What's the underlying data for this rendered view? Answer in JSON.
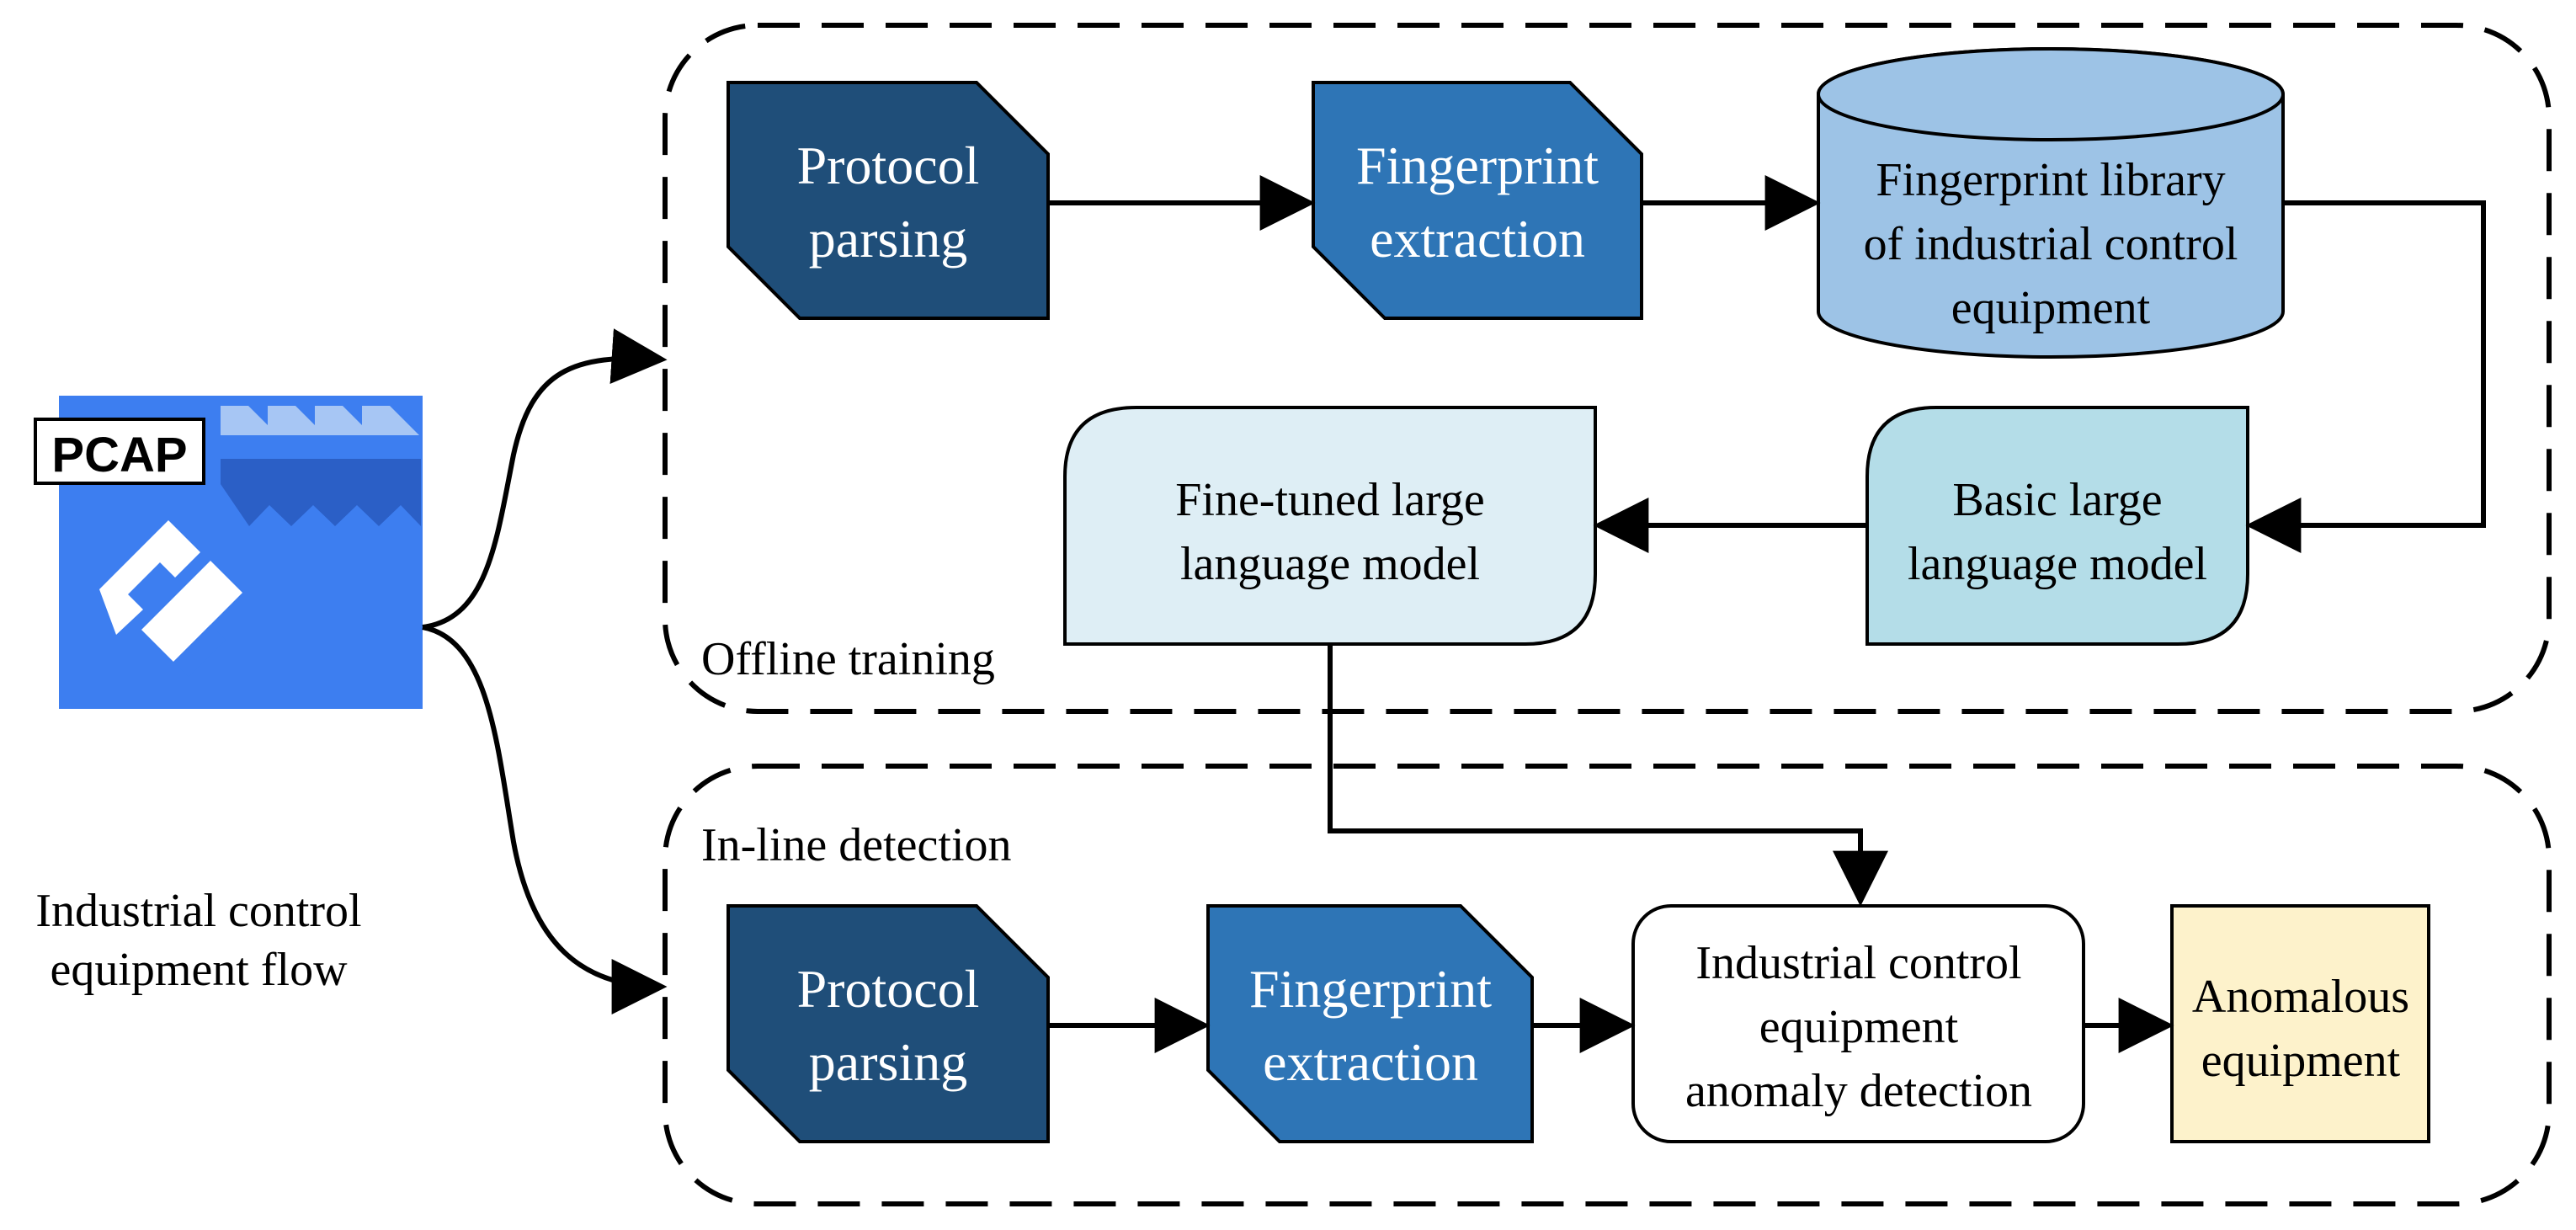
{
  "input": {
    "file_badge": "PCAP",
    "caption_line1": "Industrial control",
    "caption_line2": "equipment flow"
  },
  "offline": {
    "section_label": "Offline training",
    "protocol_parsing": [
      "Protocol",
      "parsing"
    ],
    "fingerprint_extraction": [
      "Fingerprint",
      "extraction"
    ],
    "fingerprint_library": [
      "Fingerprint library",
      "of industrial control",
      "equipment"
    ],
    "basic_llm": [
      "Basic large",
      "language model"
    ],
    "finetuned_llm": [
      "Fine-tuned large",
      "language model"
    ]
  },
  "inline": {
    "section_label": "In-line detection",
    "protocol_parsing": [
      "Protocol",
      "parsing"
    ],
    "fingerprint_extraction": [
      "Fingerprint",
      "extraction"
    ],
    "anomaly_detection": [
      "Industrial control",
      "equipment",
      "anomaly detection"
    ],
    "anomalous_equipment": [
      "Anomalous",
      "equipment"
    ]
  },
  "colors": {
    "protocol_parsing_fill": "#1f4e79",
    "fingerprint_extraction_fill": "#2e75b6",
    "library_fill": "#9dc3e6",
    "basic_llm_fill": "#b4dde8",
    "finetuned_llm_fill": "#deeef5",
    "anomalous_fill": "#fdf2cb",
    "pcap_blue": "#3d7ef0",
    "stroke": "#000000"
  },
  "icons": [
    "pcap-file-icon",
    "arrow-head"
  ]
}
